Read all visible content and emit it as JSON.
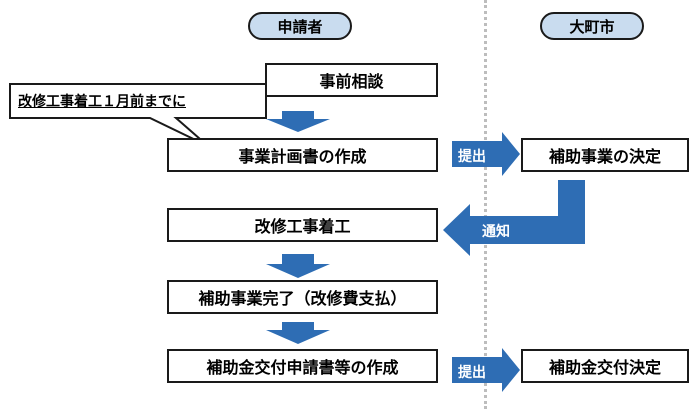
{
  "headers": {
    "applicant": "申請者",
    "city": "大町市"
  },
  "callout": {
    "text": "改修工事着工１月前までに"
  },
  "steps": {
    "consultation": "事前相談",
    "plan": "事業計画書の作成",
    "start": "改修工事着工",
    "complete": "補助事業完了（改修費支払）",
    "application": "補助金交付申請書等の作成"
  },
  "city_steps": {
    "decision": "補助事業の決定",
    "grant": "補助金交付決定"
  },
  "arrows": {
    "submit1": "提出",
    "notify": "通知",
    "submit2": "提出"
  },
  "colors": {
    "arrow_fill": "#2e6db4",
    "pill_fill": "#c9dcef"
  }
}
